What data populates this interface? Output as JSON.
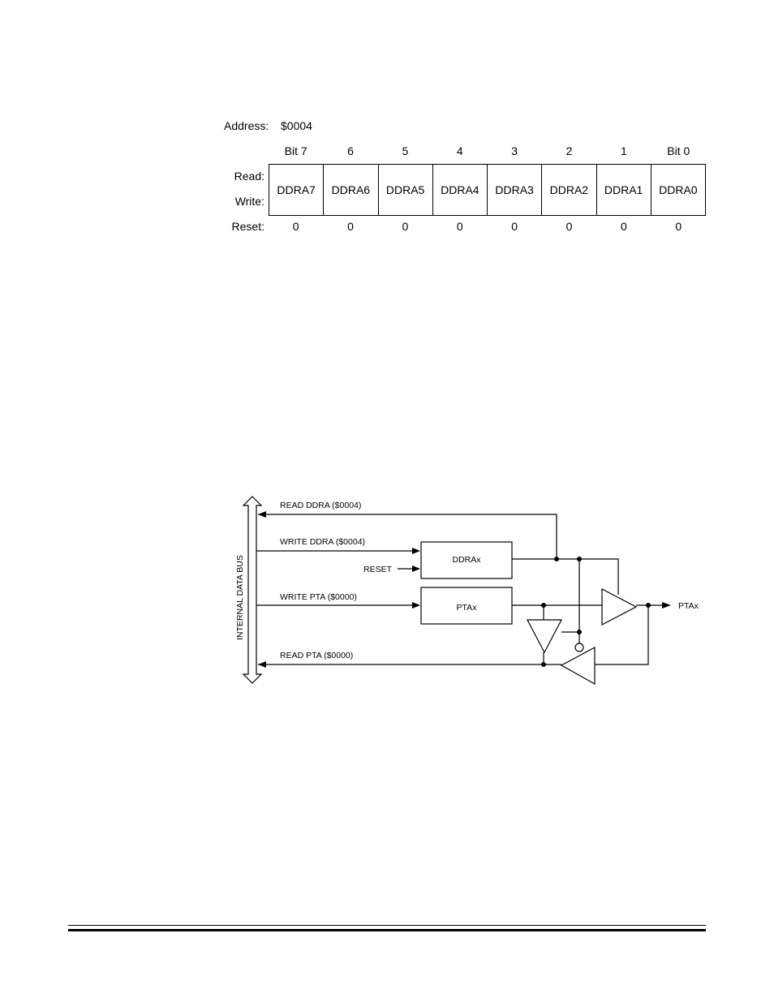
{
  "register": {
    "address_label": "Address:",
    "address_value": "$0004",
    "bit_headers": [
      "Bit 7",
      "6",
      "5",
      "4",
      "3",
      "2",
      "1",
      "Bit 0"
    ],
    "read_label": "Read:",
    "write_label": "Write:",
    "bits": [
      "DDRA7",
      "DDRA6",
      "DDRA5",
      "DDRA4",
      "DDRA3",
      "DDRA2",
      "DDRA1",
      "DDRA0"
    ],
    "reset_label": "Reset:",
    "reset_values": [
      "0",
      "0",
      "0",
      "0",
      "0",
      "0",
      "0",
      "0"
    ]
  },
  "diagram": {
    "bus_label": "INTERNAL DATA BUS",
    "read_ddra": "READ DDRA ($0004)",
    "write_ddra": "WRITE DDRA ($0004)",
    "reset": "RESET",
    "write_pta": "WRITE PTA ($0000)",
    "read_pta": "READ PTA ($0000)",
    "ddrax": "DDRAx",
    "ptax_reg": "PTAx",
    "ptax_pin": "PTAx"
  }
}
